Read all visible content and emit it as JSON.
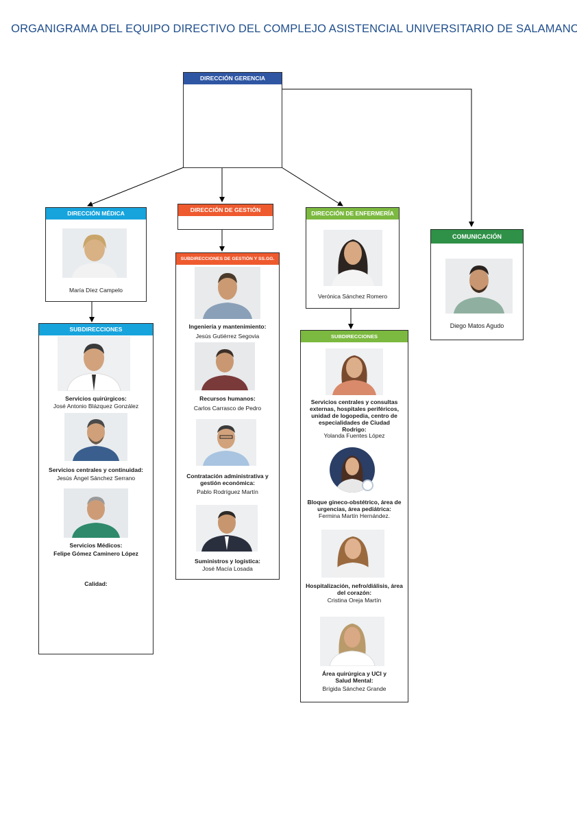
{
  "title": "ORGANIGRAMA DEL EQUIPO DIRECTIVO DEL COMPLEJO ASISTENCIAL UNIVERSITARIO DE SALAMANCA",
  "colors": {
    "title": "#1f4e8c",
    "direccion_gerencia": "#2f56a3",
    "direccion_medica": "#17a4dd",
    "direccion_gestion": "#ee5a2e",
    "direccion_enfermeria": "#7cb940",
    "comunicacion": "#2e9147"
  },
  "gerencia": {
    "header": "DIRECCIÓN GERENCIA"
  },
  "medica": {
    "header": "DIRECCIÓN MÉDICA",
    "name": "María Díez Campelo",
    "sub_header": "SUBDIRECCIONES",
    "items": [
      {
        "role": "Servicios quirúrgicos:",
        "person": "José Antonio Blázquez González"
      },
      {
        "role": "Servicios centrales y continuidad:",
        "person": "Jesús Ángel Sánchez Serrano"
      },
      {
        "role": "Servicios Médicos:",
        "person": "Felipe Gómez Caminero López"
      },
      {
        "role": "Calidad:",
        "person": ""
      }
    ]
  },
  "gestion": {
    "header": "DIRECCIÓN DE GESTIÓN",
    "sub_header": "SUBDIRECCIONES DE GESTIÓN Y SS.GG.",
    "items": [
      {
        "role": "Ingeniería y mantenimiento:",
        "person": "Jesús Gutiérrez Segovia"
      },
      {
        "role": "Recursos humanos:",
        "person": "Carlos Carrasco de Pedro"
      },
      {
        "role": "Contratación administrativa y gestión económica:",
        "person": "Pablo Rodríguez Martín"
      },
      {
        "role": "Suministros y logística:",
        "person": "José Macía Losada"
      }
    ]
  },
  "enfermeria": {
    "header": "DIRECCIÓN DE ENFERMERÍA",
    "name": "Verónica Sánchez Romero",
    "sub_header": "SUBDIRECCIONES",
    "items": [
      {
        "role": "Servicios centrales y consultas externas, hospitales periféricos, unidad de logopedia, centro de especialidades de Ciudad Rodrigo:",
        "person": "Yolanda Fuentes López"
      },
      {
        "role": "Bloque gineco-obstétrico, área de urgencias, área pediátrica:",
        "person": "Fermina Martín Hernández."
      },
      {
        "role": "Hospitalización, nefro/diálisis, área del corazón:",
        "person": "Cristina Oreja Martín"
      },
      {
        "role": "Área quirúrgica y UCI  y Salud Mental:",
        "person": "Brígida Sánchez Grande"
      }
    ]
  },
  "comunicacion": {
    "header": "COMUNICACIÓN",
    "name": "Diego Matos Agudo"
  }
}
